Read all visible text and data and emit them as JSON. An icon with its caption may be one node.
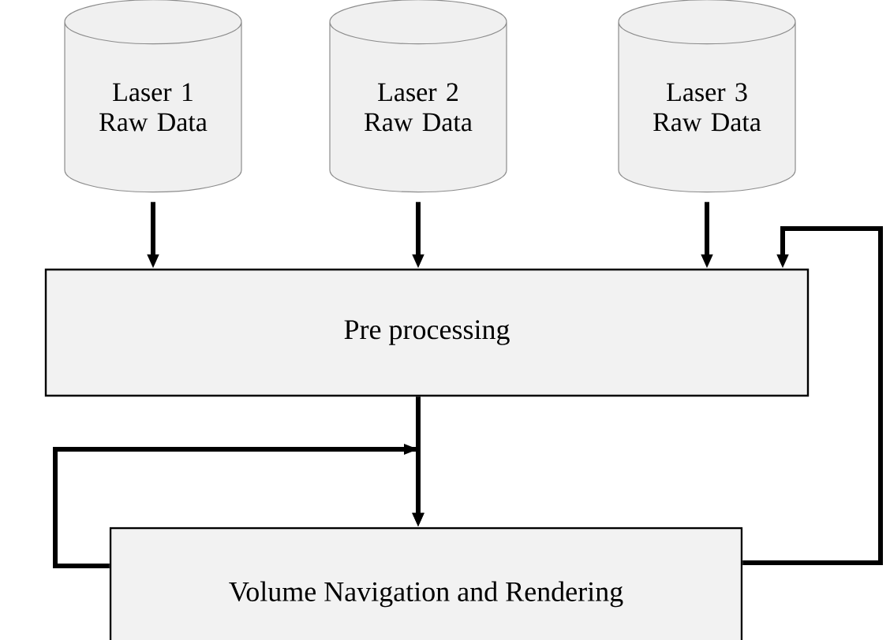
{
  "diagram": {
    "nodes": [
      {
        "text": [
          "Laser 1 Raw Data"
        ]
      },
      {
        "text": [
          "Laser 2 Raw Data"
        ]
      },
      {
        "text": [
          "Laser 3 Raw Data"
        ]
      },
      {
        "text": [
          "Pre processing"
        ]
      },
      {
        "text": [
          "Volume Navigation and Rendering"
        ]
      }
    ],
    "edges": [
      {
        "from": 0,
        "to": 3,
        "arrow": "to"
      },
      {
        "from": 1,
        "to": 3,
        "arrow": "to"
      },
      {
        "from": 2,
        "to": 3,
        "arrow": "to"
      },
      {
        "from": 3,
        "to": 4,
        "arrow": "to"
      },
      {
        "from": 4,
        "to": 3,
        "arrow": "to"
      },
      {
        "from": 4,
        "to": 4,
        "arrow": "to"
      }
    ]
  }
}
